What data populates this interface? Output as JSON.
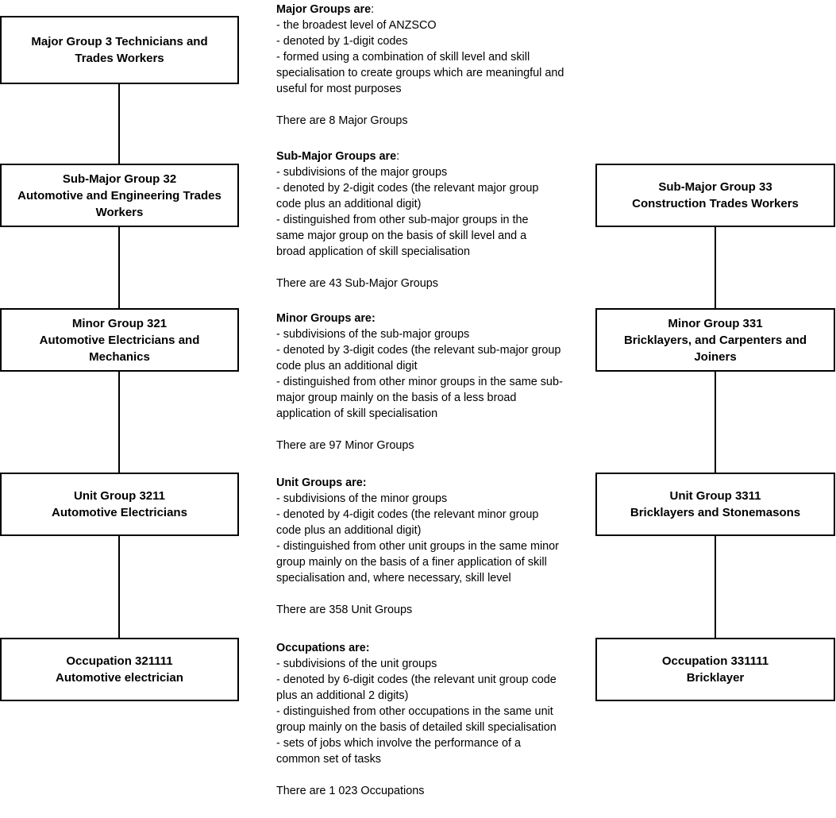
{
  "left_column": [
    {
      "lines": [
        "Major Group 3 Technicians and",
        "Trades Workers"
      ]
    },
    {
      "lines": [
        "Sub-Major Group 32",
        "Automotive and Engineering Trades",
        "Workers"
      ]
    },
    {
      "lines": [
        "Minor Group 321",
        "Automotive Electricians and",
        "Mechanics"
      ]
    },
    {
      "lines": [
        "Unit Group 3211",
        "Automotive Electricians"
      ]
    },
    {
      "lines": [
        "Occupation 321111",
        "Automotive electrician"
      ]
    }
  ],
  "right_column": [
    {
      "lines": [
        "Sub-Major Group 33",
        "Construction Trades Workers"
      ]
    },
    {
      "lines": [
        "Minor Group 331",
        "Bricklayers, and Carpenters and",
        "Joiners"
      ]
    },
    {
      "lines": [
        "Unit Group 3311",
        "Bricklayers and Stonemasons"
      ]
    },
    {
      "lines": [
        "Occupation 331111",
        "Bricklayer"
      ]
    }
  ],
  "descriptions": [
    {
      "heading": "Major Groups are",
      "heading_suffix": ":",
      "bullets": [
        " -  the broadest level of ANZSCO",
        " -  denoted by 1-digit codes",
        " -  formed using a combination of skill level and skill specialisation to create groups which are meaningful and useful for most purposes"
      ],
      "count": "There are 8 Major Groups"
    },
    {
      "heading": "Sub-Major Groups are",
      "heading_suffix": ":",
      "bullets": [
        " - subdivisions of the major groups",
        " - denoted by 2-digit codes (the relevant major group code plus an additional digit)",
        " - distinguished from other sub-major groups in the same major group on the basis of skill level and a broad application of skill specialisation"
      ],
      "count": "There are 43 Sub-Major Groups"
    },
    {
      "heading": "Minor Groups are:",
      "heading_suffix": "",
      "bullets": [
        " - subdivisions of the sub-major groups",
        " - denoted by 3-digit codes (the relevant sub-major group code plus an additional digit",
        " - distinguished from other minor groups in the same sub-major group mainly on the basis of a less broad application of skill specialisation"
      ],
      "count": "There are 97 Minor Groups"
    },
    {
      "heading": "Unit Groups are:",
      "heading_suffix": "",
      "bullets": [
        " - subdivisions of the minor groups",
        " - denoted by 4-digit codes (the relevant minor group code plus an additional digit)",
        " - distinguished from other unit groups in the same minor group mainly on the basis of a finer application of skill specialisation and, where necessary, skill level"
      ],
      "count": "There are 358 Unit Groups"
    },
    {
      "heading": "Occupations are:",
      "heading_suffix": "",
      "bullets": [
        " - subdivisions of the unit groups",
        " - denoted by 6-digit codes (the relevant unit group code plus an additional 2 digits)",
        " - distinguished from other occupations in the same unit group mainly on the basis of detailed skill specialisation",
        " - sets of jobs which involve the performance of a common set of tasks"
      ],
      "count": "There are 1 023  Occupations"
    }
  ]
}
